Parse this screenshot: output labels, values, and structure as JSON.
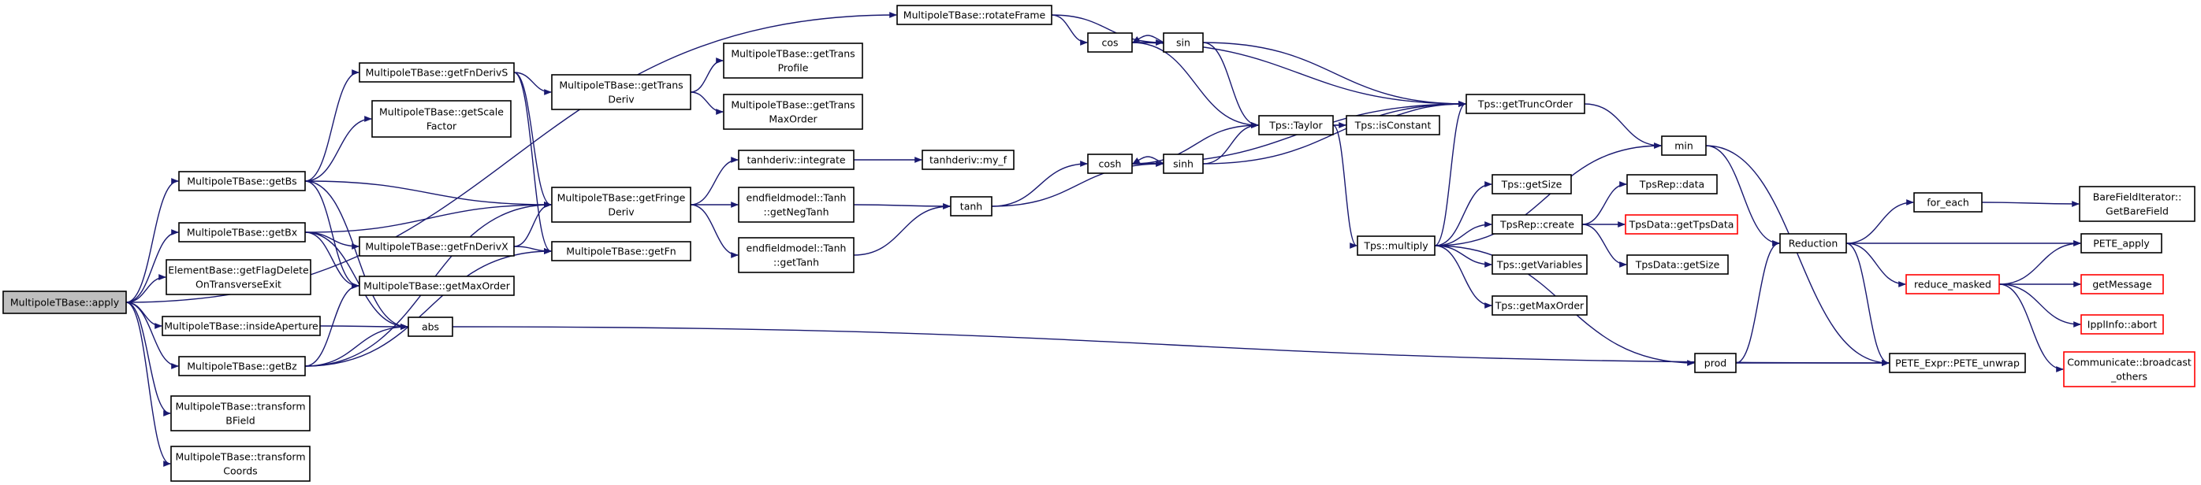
{
  "graph": {
    "nodes": [
      {
        "id": "apply",
        "lines": [
          "MultipoleTBase::apply"
        ],
        "style": "root"
      },
      {
        "id": "rotateFrame",
        "lines": [
          "MultipoleTBase::rotateFrame"
        ],
        "style": "normal"
      },
      {
        "id": "getFnDerivS",
        "lines": [
          "MultipoleTBase::getFnDerivS"
        ],
        "style": "normal"
      },
      {
        "id": "getScaleFactor",
        "lines": [
          "MultipoleTBase::getScale",
          "Factor"
        ],
        "style": "normal"
      },
      {
        "id": "getBs",
        "lines": [
          "MultipoleTBase::getBs"
        ],
        "style": "normal"
      },
      {
        "id": "getBx",
        "lines": [
          "MultipoleTBase::getBx"
        ],
        "style": "normal"
      },
      {
        "id": "getFlagDelete",
        "lines": [
          "ElementBase::getFlagDelete",
          "OnTransverseExit"
        ],
        "style": "normal"
      },
      {
        "id": "insideAperture",
        "lines": [
          "MultipoleTBase::insideAperture"
        ],
        "style": "normal"
      },
      {
        "id": "getBz",
        "lines": [
          "MultipoleTBase::getBz"
        ],
        "style": "normal"
      },
      {
        "id": "transformBField",
        "lines": [
          "MultipoleTBase::transform",
          "BField"
        ],
        "style": "normal"
      },
      {
        "id": "transformCoords",
        "lines": [
          "MultipoleTBase::transform",
          "Coords"
        ],
        "style": "normal"
      },
      {
        "id": "getFnDerivX",
        "lines": [
          "MultipoleTBase::getFnDerivX"
        ],
        "style": "normal"
      },
      {
        "id": "getMaxOrder",
        "lines": [
          "MultipoleTBase::getMaxOrder"
        ],
        "style": "normal"
      },
      {
        "id": "abs",
        "lines": [
          "abs"
        ],
        "style": "normal"
      },
      {
        "id": "getTransDeriv",
        "lines": [
          "MultipoleTBase::getTrans",
          "Deriv"
        ],
        "style": "normal"
      },
      {
        "id": "getFringeDeriv",
        "lines": [
          "MultipoleTBase::getFringe",
          "Deriv"
        ],
        "style": "normal"
      },
      {
        "id": "getFn",
        "lines": [
          "MultipoleTBase::getFn"
        ],
        "style": "normal"
      },
      {
        "id": "getTransProfile",
        "lines": [
          "MultipoleTBase::getTrans",
          "Profile"
        ],
        "style": "normal"
      },
      {
        "id": "getTransMaxOrder",
        "lines": [
          "MultipoleTBase::getTrans",
          "MaxOrder"
        ],
        "style": "normal"
      },
      {
        "id": "integrate",
        "lines": [
          "tanhderiv::integrate"
        ],
        "style": "normal"
      },
      {
        "id": "getNegTanh",
        "lines": [
          "endfieldmodel::Tanh",
          "::getNegTanh"
        ],
        "style": "normal"
      },
      {
        "id": "getTanh",
        "lines": [
          "endfieldmodel::Tanh",
          "::getTanh"
        ],
        "style": "normal"
      },
      {
        "id": "my_f",
        "lines": [
          "tanhderiv::my_f"
        ],
        "style": "normal"
      },
      {
        "id": "tanh",
        "lines": [
          "tanh"
        ],
        "style": "normal"
      },
      {
        "id": "cosh",
        "lines": [
          "cosh"
        ],
        "style": "normal"
      },
      {
        "id": "sinh",
        "lines": [
          "sinh"
        ],
        "style": "normal"
      },
      {
        "id": "cos",
        "lines": [
          "cos"
        ],
        "style": "normal"
      },
      {
        "id": "sin",
        "lines": [
          "sin"
        ],
        "style": "normal"
      },
      {
        "id": "taylor",
        "lines": [
          "Tps::Taylor"
        ],
        "style": "normal"
      },
      {
        "id": "isConstant",
        "lines": [
          "Tps::isConstant"
        ],
        "style": "normal"
      },
      {
        "id": "getTruncOrder",
        "lines": [
          "Tps::getTruncOrder"
        ],
        "style": "normal"
      },
      {
        "id": "multiply",
        "lines": [
          "Tps::multiply"
        ],
        "style": "normal"
      },
      {
        "id": "getSize",
        "lines": [
          "Tps::getSize"
        ],
        "style": "normal"
      },
      {
        "id": "create",
        "lines": [
          "TpsRep::create"
        ],
        "style": "normal"
      },
      {
        "id": "getVariables",
        "lines": [
          "Tps::getVariables"
        ],
        "style": "normal"
      },
      {
        "id": "getMaxOrderTps",
        "lines": [
          "Tps::getMaxOrder"
        ],
        "style": "normal"
      },
      {
        "id": "repData",
        "lines": [
          "TpsRep::data"
        ],
        "style": "normal"
      },
      {
        "id": "getTpsData",
        "lines": [
          "TpsData::getTpsData"
        ],
        "style": "red"
      },
      {
        "id": "tpsDataGetSize",
        "lines": [
          "TpsData::getSize"
        ],
        "style": "normal"
      },
      {
        "id": "prod",
        "lines": [
          "prod"
        ],
        "style": "normal"
      },
      {
        "id": "min",
        "lines": [
          "min"
        ],
        "style": "normal"
      },
      {
        "id": "reduction",
        "lines": [
          "Reduction"
        ],
        "style": "normal"
      },
      {
        "id": "pete_unwrap",
        "lines": [
          "PETE_Expr::PETE_unwrap"
        ],
        "style": "normal"
      },
      {
        "id": "for_each",
        "lines": [
          "for_each"
        ],
        "style": "normal"
      },
      {
        "id": "getBareField",
        "lines": [
          "BareFieldIterator::",
          "GetBareField"
        ],
        "style": "normal"
      },
      {
        "id": "pete_apply",
        "lines": [
          "PETE_apply"
        ],
        "style": "normal"
      },
      {
        "id": "reduce_masked",
        "lines": [
          "reduce_masked"
        ],
        "style": "red"
      },
      {
        "id": "getMessage",
        "lines": [
          "getMessage"
        ],
        "style": "red"
      },
      {
        "id": "abort",
        "lines": [
          "IpplInfo::abort"
        ],
        "style": "red"
      },
      {
        "id": "broadcast",
        "lines": [
          "Communicate::broadcast",
          "_others"
        ],
        "style": "red"
      }
    ],
    "edges": [
      [
        "apply",
        "rotateFrame"
      ],
      [
        "apply",
        "getBs"
      ],
      [
        "apply",
        "getBx"
      ],
      [
        "apply",
        "getFlagDelete"
      ],
      [
        "apply",
        "insideAperture"
      ],
      [
        "apply",
        "getBz"
      ],
      [
        "apply",
        "transformBField"
      ],
      [
        "apply",
        "transformCoords"
      ],
      [
        "getBs",
        "getFnDerivS"
      ],
      [
        "getBs",
        "getScaleFactor"
      ],
      [
        "getBs",
        "getFringeDeriv"
      ],
      [
        "getBs",
        "getMaxOrder"
      ],
      [
        "getBs",
        "abs"
      ],
      [
        "getBx",
        "getFnDerivX"
      ],
      [
        "getBx",
        "getFringeDeriv"
      ],
      [
        "getBx",
        "getMaxOrder"
      ],
      [
        "getBx",
        "abs"
      ],
      [
        "getBz",
        "getMaxOrder"
      ],
      [
        "getBz",
        "abs"
      ],
      [
        "getBz",
        "getFringeDeriv"
      ],
      [
        "getBz",
        "getFn"
      ],
      [
        "insideAperture",
        "abs"
      ],
      [
        "getFnDerivS",
        "getTransDeriv"
      ],
      [
        "getFnDerivS",
        "getFringeDeriv"
      ],
      [
        "getFnDerivS",
        "getFn"
      ],
      [
        "getFnDerivX",
        "getFringeDeriv"
      ],
      [
        "getFnDerivX",
        "getFn"
      ],
      [
        "getTransDeriv",
        "getTransProfile"
      ],
      [
        "getTransDeriv",
        "getTransMaxOrder"
      ],
      [
        "getFringeDeriv",
        "integrate"
      ],
      [
        "getFringeDeriv",
        "getNegTanh"
      ],
      [
        "getFringeDeriv",
        "getTanh"
      ],
      [
        "integrate",
        "my_f"
      ],
      [
        "getNegTanh",
        "tanh"
      ],
      [
        "getTanh",
        "tanh"
      ],
      [
        "tanh",
        "cosh"
      ],
      [
        "tanh",
        "sinh"
      ],
      [
        "cosh",
        "sinh"
      ],
      [
        "cosh",
        "taylor"
      ],
      [
        "cosh",
        "getTruncOrder"
      ],
      [
        "sinh",
        "cosh"
      ],
      [
        "sinh",
        "taylor"
      ],
      [
        "sinh",
        "getTruncOrder"
      ],
      [
        "rotateFrame",
        "cos"
      ],
      [
        "rotateFrame",
        "sin"
      ],
      [
        "cos",
        "sin"
      ],
      [
        "cos",
        "taylor"
      ],
      [
        "cos",
        "getTruncOrder"
      ],
      [
        "sin",
        "cos"
      ],
      [
        "sin",
        "taylor"
      ],
      [
        "sin",
        "getTruncOrder"
      ],
      [
        "taylor",
        "isConstant"
      ],
      [
        "taylor",
        "multiply"
      ],
      [
        "taylor",
        "getTruncOrder"
      ],
      [
        "multiply",
        "getTruncOrder"
      ],
      [
        "multiply",
        "min"
      ],
      [
        "multiply",
        "getSize"
      ],
      [
        "multiply",
        "create"
      ],
      [
        "multiply",
        "getVariables"
      ],
      [
        "multiply",
        "getMaxOrderTps"
      ],
      [
        "multiply",
        "prod"
      ],
      [
        "create",
        "repData"
      ],
      [
        "create",
        "getTpsData"
      ],
      [
        "create",
        "tpsDataGetSize"
      ],
      [
        "getTruncOrder",
        "min"
      ],
      [
        "min",
        "reduction"
      ],
      [
        "min",
        "pete_unwrap"
      ],
      [
        "prod",
        "reduction"
      ],
      [
        "prod",
        "pete_unwrap"
      ],
      [
        "abs",
        "pete_unwrap"
      ],
      [
        "reduction",
        "for_each"
      ],
      [
        "reduction",
        "pete_apply"
      ],
      [
        "reduction",
        "reduce_masked"
      ],
      [
        "reduction",
        "pete_unwrap"
      ],
      [
        "for_each",
        "getBareField"
      ],
      [
        "reduce_masked",
        "pete_apply"
      ],
      [
        "reduce_masked",
        "getMessage"
      ],
      [
        "reduce_masked",
        "abort"
      ],
      [
        "reduce_masked",
        "broadcast"
      ]
    ]
  },
  "colors": {
    "edge": "#191970",
    "node_border": "#000000",
    "root_fill": "#bfbfbf",
    "node_fill": "#ffffff",
    "red_border": "#ff0000"
  }
}
